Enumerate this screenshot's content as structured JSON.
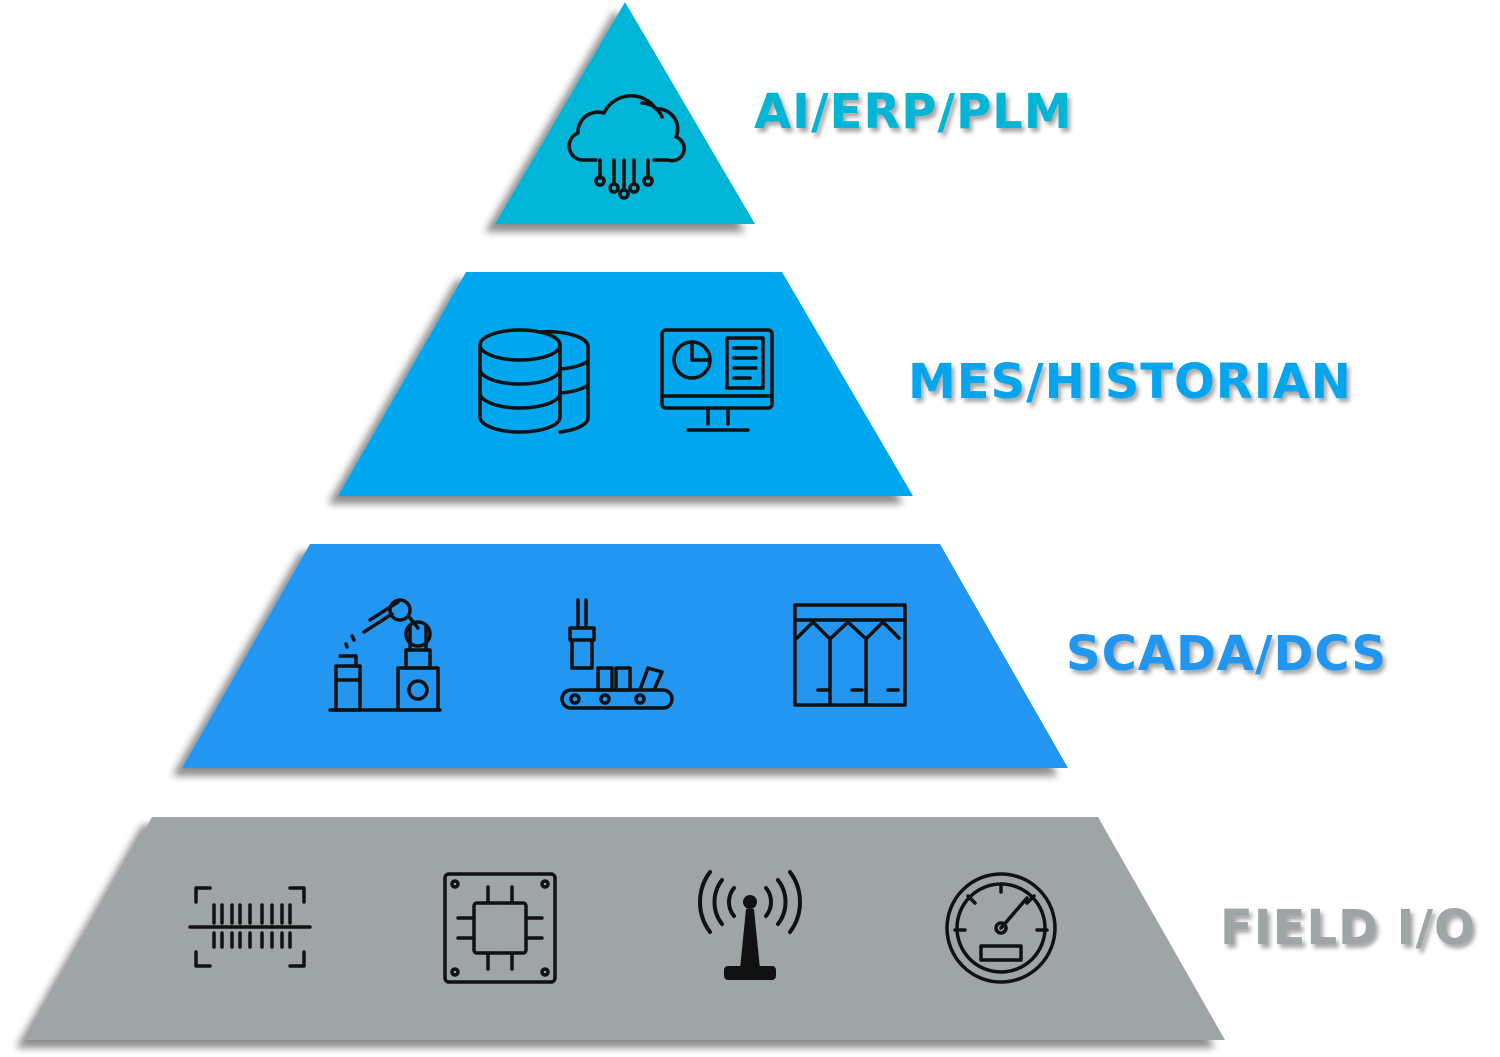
{
  "tiers": [
    {
      "id": "top",
      "label": "AI/ERP/PLM",
      "color": "#00b5d5",
      "icons": [
        "cloud-network-icon"
      ]
    },
    {
      "id": "second",
      "label": "MES/HISTORIAN",
      "color": "#03a6ee",
      "icons": [
        "database-icon",
        "monitor-dashboard-icon"
      ]
    },
    {
      "id": "third",
      "label": "SCADA/DCS",
      "color": "#2196f0",
      "icons": [
        "robotic-arm-icon",
        "conveyor-gripper-icon",
        "silo-tanks-icon"
      ]
    },
    {
      "id": "base",
      "label": "FIELD I/O",
      "color": "#9fa5a7",
      "icons": [
        "barcode-scanner-icon",
        "microchip-icon",
        "antenna-icon",
        "gauge-icon"
      ]
    }
  ],
  "colors": {
    "icon_stroke": "#111111",
    "shadow": "#999999"
  }
}
